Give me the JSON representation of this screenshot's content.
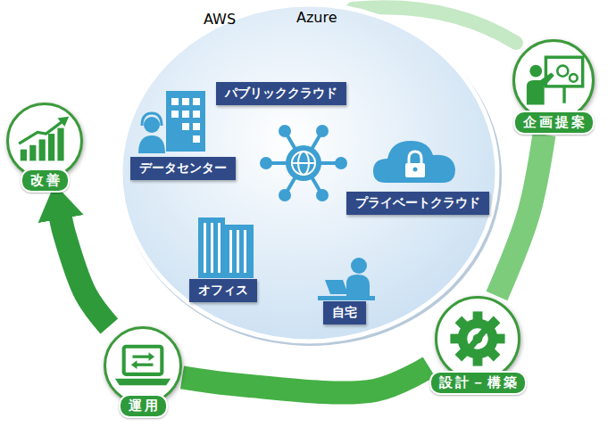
{
  "diagram": {
    "nodes": [
      {
        "text": [
          "AWS"
        ]
      },
      {
        "text": [
          "Azure"
        ]
      },
      {
        "text": [
          "パブリッククラウド"
        ]
      },
      {
        "text": [
          "データセンター"
        ]
      },
      {
        "text": [
          "プライベートクラウド"
        ]
      },
      {
        "text": [
          "オフィス"
        ]
      },
      {
        "text": [
          "自宅"
        ]
      },
      {
        "text": [
          "企画提案"
        ]
      },
      {
        "text": [
          "設計－構築"
        ]
      },
      {
        "text": [
          "運用"
        ]
      },
      {
        "text": [
          "改善"
        ]
      }
    ],
    "edges": [
      {
        "from": 7,
        "to": 8,
        "arrow": "none"
      },
      {
        "from": 8,
        "to": 9,
        "arrow": "none"
      },
      {
        "from": 9,
        "to": 10,
        "arrow": "to"
      }
    ]
  }
}
